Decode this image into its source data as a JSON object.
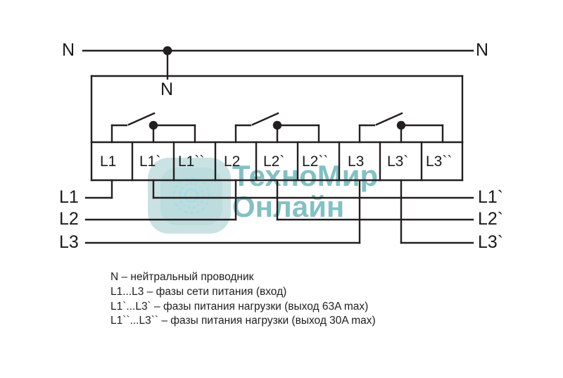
{
  "diagram": {
    "title": "Three-phase switch wiring diagram",
    "colors": {
      "wire": "#231f20",
      "watermark_text": "#56a8ac",
      "watermark_logo": "#a8d2d2",
      "background": "#ffffff"
    },
    "neutral": {
      "left_label": "N",
      "right_label": "N",
      "inner_label": "N"
    },
    "terminals": [
      {
        "label": "L1"
      },
      {
        "label": "L1`"
      },
      {
        "label": "L1``"
      },
      {
        "label": "L2"
      },
      {
        "label": "L2`"
      },
      {
        "label": "L2``"
      },
      {
        "label": "L3"
      },
      {
        "label": "L3`"
      },
      {
        "label": "L3``"
      }
    ],
    "inputs": [
      {
        "label": "L1"
      },
      {
        "label": "L2"
      },
      {
        "label": "L3"
      }
    ],
    "outputs": [
      {
        "label": "L1`"
      },
      {
        "label": "L2`"
      },
      {
        "label": "L3`"
      }
    ],
    "switch_count": 3
  },
  "legend": {
    "lines": [
      "N – нейтральный проводник",
      "L1...L3 – фазы сети питания (вход)",
      "L1`...L3` – фазы питания нагрузки (выход 63A max)",
      "L1``...L3`` – фазы питания нагрузки (выход 30A max)"
    ]
  },
  "watermark": {
    "line1": "ТехноМир",
    "line2": "Онлайн"
  }
}
